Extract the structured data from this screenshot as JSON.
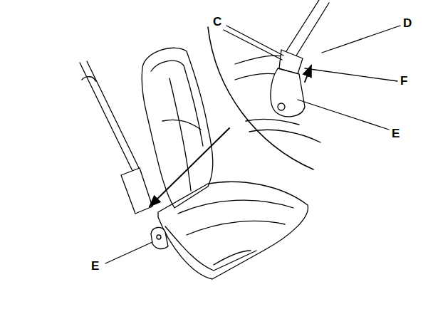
{
  "diagram": {
    "labels": [
      "C",
      "D",
      "F",
      "E",
      "E"
    ]
  }
}
